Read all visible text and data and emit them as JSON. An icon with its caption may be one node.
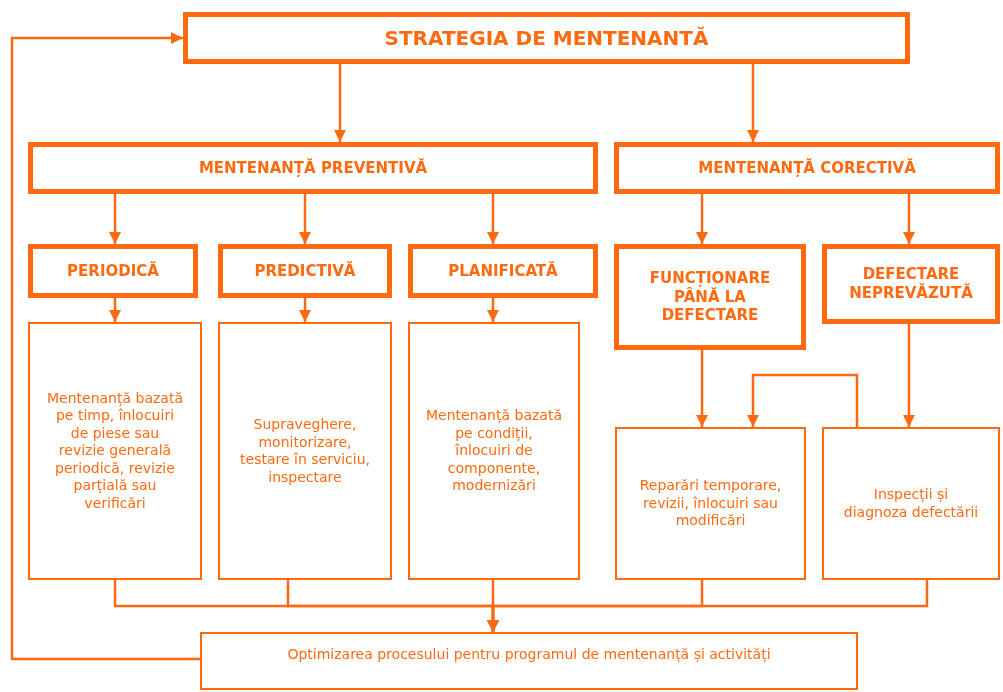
{
  "diagram": {
    "nodes": [
      {
        "text": [
          "STRATEGIA DE MENTENANTĂ"
        ]
      },
      {
        "text": [
          "MENTENANȚĂ PREVENTIVĂ"
        ]
      },
      {
        "text": [
          "MENTENANȚĂ CORECTIVĂ"
        ]
      },
      {
        "text": [
          "PERIODICĂ"
        ]
      },
      {
        "text": [
          "PREDICTIVĂ"
        ]
      },
      {
        "text": [
          "PLANIFICATĂ"
        ]
      },
      {
        "text": [
          "FUNCȚIONARE PÂNĂ LA DEFECTARE"
        ]
      },
      {
        "text": [
          "DEFECTARE NEPREVĂZUTĂ"
        ]
      },
      {
        "text": [
          "Mentenanță bazată pe timp, înlocuiri de piese sau revizie generală periodică, revizie parțială sau verificări"
        ]
      },
      {
        "text": [
          "Supraveghere, monitorizare, testare în serviciu, inspectare"
        ]
      },
      {
        "text": [
          "Mentenanță bazată pe condiții, înlocuiri de componente, modernizări"
        ]
      },
      {
        "text": [
          "Reparări temporare, revizii, înlocuiri sau modificări"
        ]
      },
      {
        "text": [
          "Inspecții și diagnoza defectării"
        ]
      },
      {
        "text": [
          "Optimizarea procesului pentru programul de mentenanță și activități"
        ]
      }
    ],
    "edges": [
      {
        "from": 0,
        "to": 1,
        "arrow": "to"
      },
      {
        "from": 0,
        "to": 2,
        "arrow": "to"
      },
      {
        "from": 1,
        "to": 3,
        "arrow": "to"
      },
      {
        "from": 1,
        "to": 4,
        "arrow": "to"
      },
      {
        "from": 1,
        "to": 5,
        "arrow": "to"
      },
      {
        "from": 2,
        "to": 6,
        "arrow": "to"
      },
      {
        "from": 2,
        "to": 7,
        "arrow": "to"
      },
      {
        "from": 3,
        "to": 8,
        "arrow": "to"
      },
      {
        "from": 4,
        "to": 9,
        "arrow": "to"
      },
      {
        "from": 5,
        "to": 10,
        "arrow": "to"
      },
      {
        "from": 6,
        "to": 11,
        "arrow": "to"
      },
      {
        "from": 7,
        "to": 12,
        "arrow": "to"
      },
      {
        "from": 12,
        "to": 11,
        "arrow": "to"
      },
      {
        "from": 8,
        "to": 13,
        "arrow": "to"
      },
      {
        "from": 9,
        "to": 13,
        "arrow": "to"
      },
      {
        "from": 10,
        "to": 13,
        "arrow": "to"
      },
      {
        "from": 11,
        "to": 13,
        "arrow": "to"
      },
      {
        "from": 12,
        "to": 13,
        "arrow": "to"
      },
      {
        "from": 13,
        "to": 0,
        "arrow": "to"
      }
    ]
  }
}
